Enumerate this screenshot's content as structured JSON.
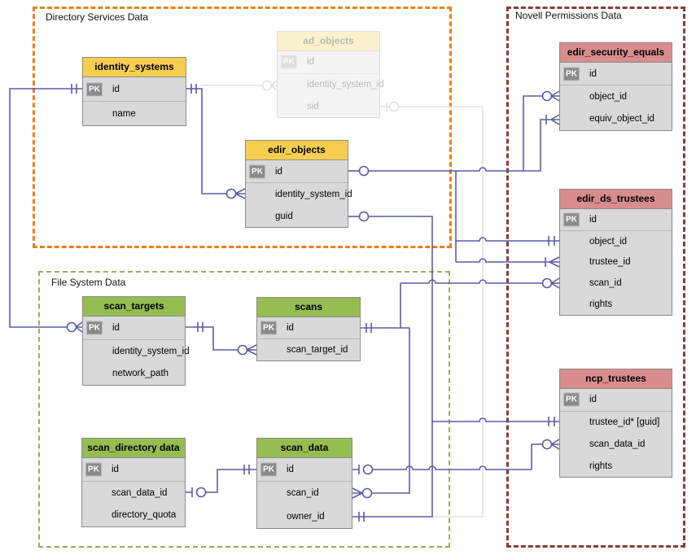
{
  "pk_label": "PK",
  "groups": {
    "directory_services": {
      "label": "Directory Services Data"
    },
    "file_system": {
      "label": "File System Data"
    },
    "novell": {
      "label": "Novell Permissions Data"
    }
  },
  "tables": {
    "identity_systems": {
      "title": "identity_systems",
      "fields": [
        "id",
        "name"
      ]
    },
    "ad_objects": {
      "title": "ad_objects",
      "fields": [
        "id",
        "identity_system_id",
        "sid"
      ],
      "state": "inactive"
    },
    "edir_objects": {
      "title": "edir_objects",
      "fields": [
        "id",
        "identity_system_id",
        "guid"
      ]
    },
    "edir_security_equals": {
      "title": "edir_security_equals",
      "fields": [
        "id",
        "object_id",
        "equiv_object_id"
      ]
    },
    "edir_ds_trustees": {
      "title": "edir_ds_trustees",
      "fields": [
        "id",
        "object_id",
        "trustee_id",
        "scan_id",
        "rights"
      ]
    },
    "ncp_trustees": {
      "title": "ncp_trustees",
      "fields": [
        "id",
        "trustee_id* [guid]",
        "scan_data_id",
        "rights"
      ]
    },
    "scan_targets": {
      "title": "scan_targets",
      "fields": [
        "id",
        "identity_system_id",
        "network_path"
      ]
    },
    "scans": {
      "title": "scans",
      "fields": [
        "id",
        "scan_target_id"
      ]
    },
    "scan_directory_data": {
      "title": "scan_directory data",
      "fields": [
        "id",
        "scan_data_id",
        "directory_quota"
      ]
    },
    "scan_data": {
      "title": "scan_data",
      "fields": [
        "id",
        "scan_id",
        "owner_id"
      ]
    }
  },
  "relationships": [
    {
      "from": "identity_systems.id",
      "from_cardinality": "one",
      "to": "scan_targets.id",
      "to_cardinality": "zero-or-many",
      "status": "active"
    },
    {
      "from": "identity_systems.id",
      "from_cardinality": "one",
      "to": "edir_objects.identity_system_id",
      "to_cardinality": "zero-or-many",
      "status": "active"
    },
    {
      "from": "identity_systems.id",
      "from_cardinality": "one",
      "to": "ad_objects.identity_system_id",
      "to_cardinality": "zero-or-many",
      "status": "inactive"
    },
    {
      "from": "edir_objects.id",
      "from_cardinality": "zero-or-one",
      "to": "edir_security_equals.object_id",
      "to_cardinality": "zero-or-many",
      "status": "active"
    },
    {
      "from": "edir_objects.id",
      "from_cardinality": "zero-or-one",
      "to": "edir_security_equals.equiv_object_id",
      "to_cardinality": "one-or-many",
      "status": "active"
    },
    {
      "from": "edir_objects.id",
      "from_cardinality": "zero-or-one",
      "to": "edir_ds_trustees.object_id",
      "to_cardinality": "one",
      "status": "active"
    },
    {
      "from": "edir_objects.id",
      "from_cardinality": "zero-or-one",
      "to": "edir_ds_trustees.trustee_id",
      "to_cardinality": "one-or-many",
      "status": "active"
    },
    {
      "from": "edir_objects.guid",
      "from_cardinality": "zero-or-one",
      "to": "ncp_trustees.trustee_id* [guid]",
      "to_cardinality": "one",
      "status": "active"
    },
    {
      "from": "edir_objects.guid",
      "from_cardinality": "zero-or-one",
      "to": "scan_data.owner_id",
      "to_cardinality": "one",
      "status": "active"
    },
    {
      "from": "ad_objects.sid",
      "from_cardinality": "zero-or-one",
      "to": "scan_data.owner_id",
      "to_cardinality": "one",
      "status": "inactive"
    },
    {
      "from": "scan_targets.id",
      "from_cardinality": "one",
      "to": "scans.scan_target_id",
      "to_cardinality": "zero-or-many",
      "status": "active"
    },
    {
      "from": "scans.id",
      "from_cardinality": "one",
      "to": "edir_ds_trustees.scan_id",
      "to_cardinality": "zero-or-many",
      "status": "active"
    },
    {
      "from": "scans.id",
      "from_cardinality": "one",
      "to": "scan_data.scan_id",
      "to_cardinality": "zero-or-many",
      "status": "active"
    },
    {
      "from": "scan_data.id",
      "from_cardinality": "zero-or-one",
      "to": "ncp_trustees.scan_data_id",
      "to_cardinality": "zero-or-many",
      "status": "active"
    },
    {
      "from": "scan_data.id",
      "from_cardinality": "one",
      "to": "scan_directory_data.scan_data_id",
      "to_cardinality": "zero-or-one",
      "status": "active"
    }
  ],
  "colors": {
    "header_yellow": "#F6CE4F",
    "header_green": "#95BD52",
    "header_red": "#D98C8D",
    "table_body": "#D9D9D9",
    "table_border": "#8C8C8C",
    "connector": "#5B5BA6",
    "connector_inactive": "#E3E3EC",
    "group_directory_services": "#E8821C",
    "group_file_system": "#97AE55",
    "group_novell": "#8E3B34"
  }
}
